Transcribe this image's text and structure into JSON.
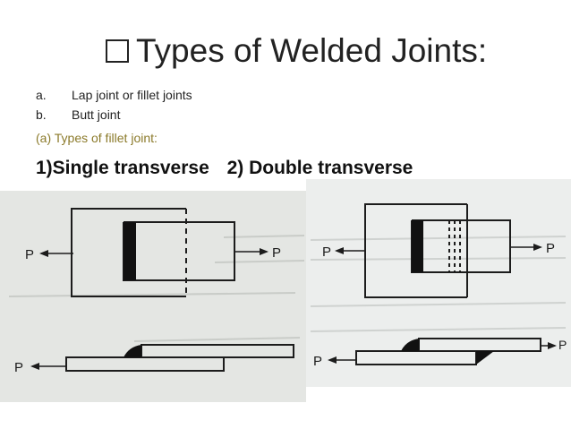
{
  "slide": {
    "title": "Types of Welded Joints:",
    "bullet_icon": "checkbox-bullet-icon",
    "list": [
      {
        "marker": "a.",
        "text": "Lap joint or fillet joints"
      },
      {
        "marker": "b.",
        "text": "Butt joint"
      }
    ],
    "subheading": "(a) Types of fillet joint:",
    "types": [
      "1)Single transverse",
      "2) Double transverse"
    ],
    "accent_color": "#8b7a2a"
  },
  "figures": {
    "single": {
      "left_label": "P",
      "right_label": "P",
      "bottom_left_label": "P"
    },
    "double": {
      "left_label": "P",
      "right_label": "P",
      "bottom_left_label": "P",
      "bottom_right_label": "P"
    }
  }
}
